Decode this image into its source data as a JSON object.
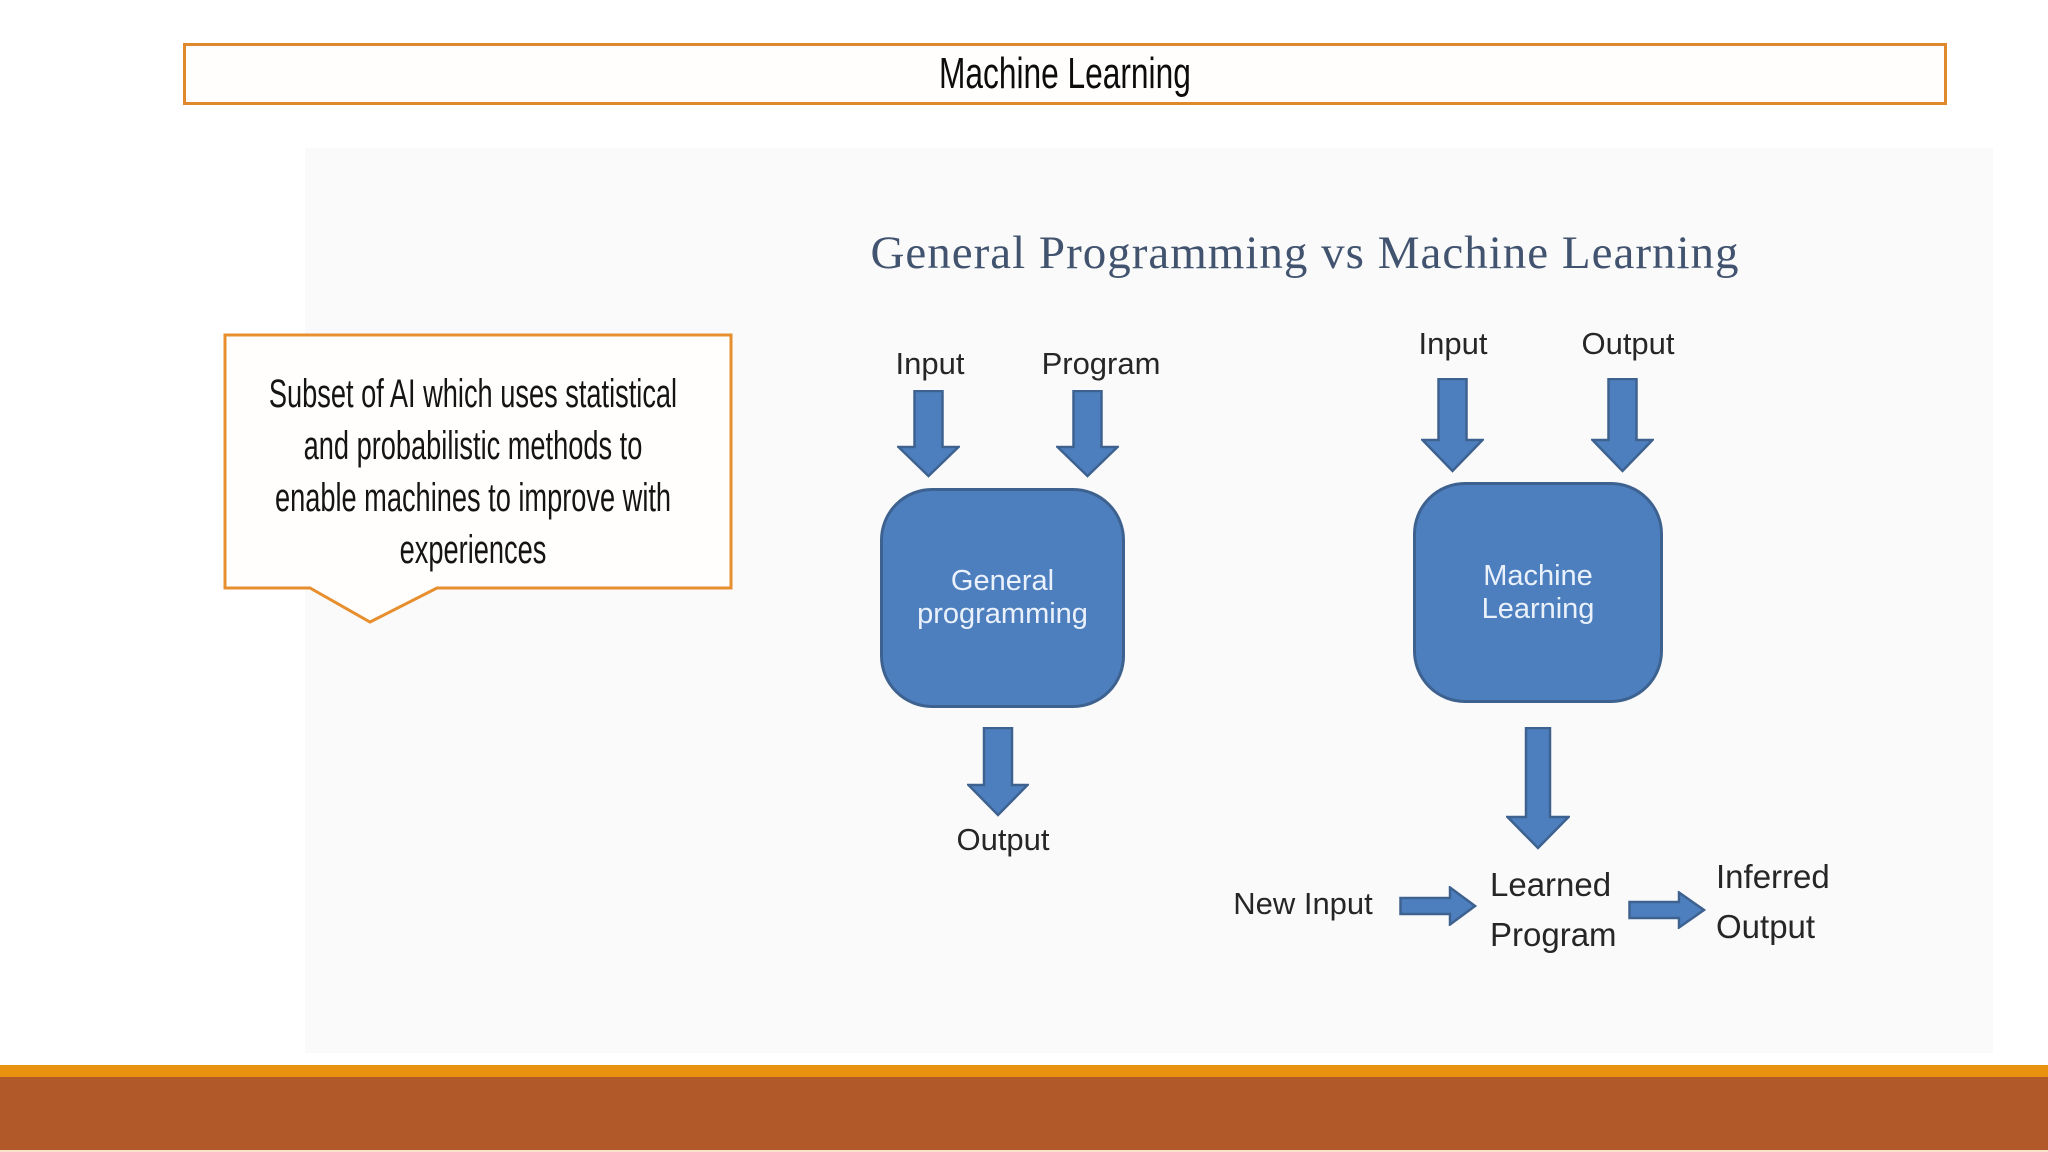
{
  "slide": {
    "title": "Machine Learning"
  },
  "callout": {
    "text": "Subset of AI which uses statistical\nand probabilistic methods to\nenable machines to improve with\nexperiences"
  },
  "diagram": {
    "title": "General Programming vs Machine Learning",
    "general_programming": {
      "input_label": "Input",
      "program_label": "Program",
      "box_label": "General\nprogramming",
      "output_label": "Output"
    },
    "machine_learning": {
      "input_label": "Input",
      "output_label": "Output",
      "box_label": "Machine\nLearning",
      "new_input_label": "New Input",
      "learned_program_label": "Learned\nProgram",
      "inferred_output_label": "Inferred\nOutput"
    },
    "icons": {
      "down_arrow": "block-arrow-down",
      "right_arrow": "block-arrow-right",
      "callout_tail": "speech-bubble-tail-down"
    }
  },
  "colors": {
    "accent_orange": "#e0882c",
    "callout_border": "#e78f2e",
    "title_navy": "#41536f",
    "shape_blue": "#4d7fbf",
    "shape_blue_border": "#3e6290",
    "bar_orange": "#e99210",
    "bar_rust": "#b25929",
    "bar_pale": "#f9e3cd"
  }
}
